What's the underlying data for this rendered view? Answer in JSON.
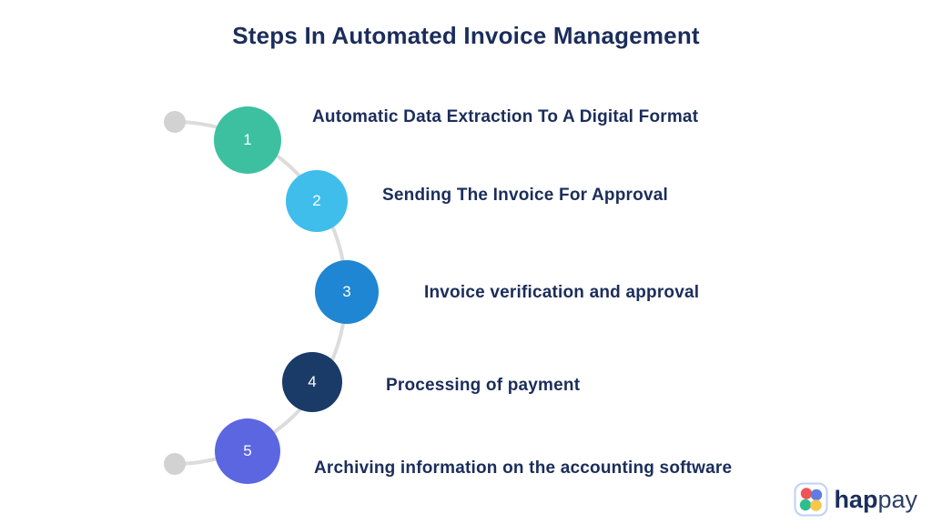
{
  "title": "Steps In Automated Invoice Management",
  "steps": [
    {
      "number": "1",
      "label": "Automatic Data Extraction To A Digital Format",
      "color": "#3cc0a0"
    },
    {
      "number": "2",
      "label": "Sending The Invoice For Approval",
      "color": "#3fbeeb"
    },
    {
      "number": "3",
      "label": "Invoice verification and approval",
      "color": "#1e86d2"
    },
    {
      "number": "4",
      "label": "Processing of payment",
      "color": "#1a3a68"
    },
    {
      "number": "5",
      "label": "Archiving information on the accounting software",
      "color": "#5b66e0"
    }
  ],
  "colors": {
    "heading_text": "#1b2d5b",
    "connector": "#dcdcdc",
    "endpoint_dot": "#d2d2d2",
    "background": "#ffffff"
  },
  "logo": {
    "text_bold": "hap",
    "text_light": "pay",
    "badge_border": "#bcd2f2",
    "badge_fill": "#ffffff",
    "dot_red": "#f05455",
    "dot_blue": "#5d7ce5",
    "dot_green": "#2fbd8f",
    "dot_yellow": "#f7c64a"
  }
}
